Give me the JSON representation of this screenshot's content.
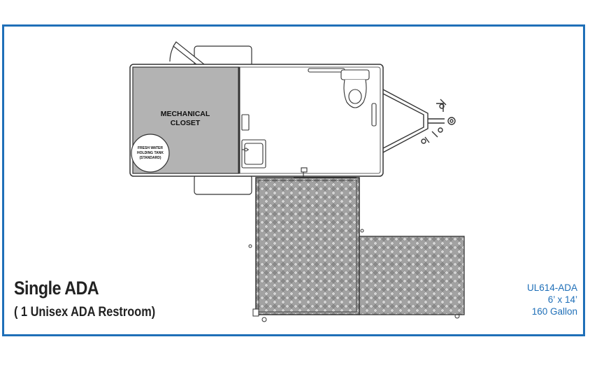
{
  "plan": {
    "title": "Single ADA",
    "subtitle": "( 1 Unisex ADA Restroom)",
    "closet_label_line1": "MECHANICAL",
    "closet_label_line2": "CLOSET",
    "tank_label_line1": "FRESH WATER",
    "tank_label_line2": "HOLDING TANK",
    "tank_label_line3": "(STANDARD)"
  },
  "specs": {
    "model": "UL614-ADA",
    "dimensions": "6’ x 14’",
    "capacity": "160 Gallon",
    "color": "#1f6fb8"
  },
  "colors": {
    "frame": "#1f6fb8",
    "closet_fill": "#b3b3b3",
    "diamond_plate": "#9c9c9c"
  }
}
